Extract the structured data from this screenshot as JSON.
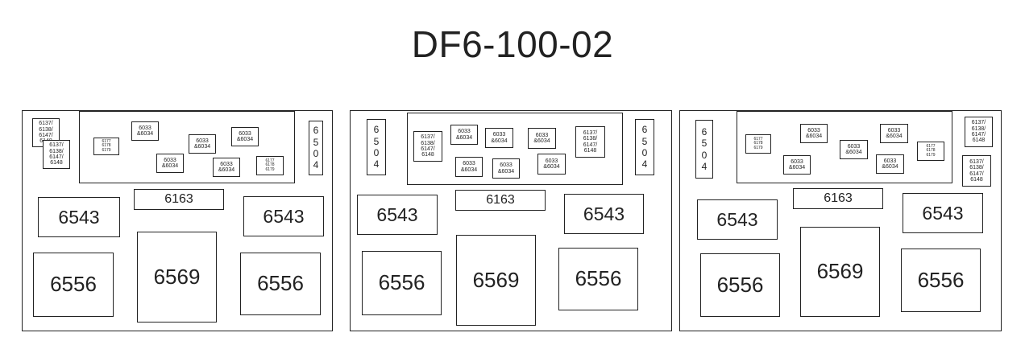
{
  "title": "DF6-100-02",
  "labels": {
    "l6137": "6137/\n6138/\n6147/\n6148",
    "l6177": "6177\n6178\n6179",
    "l6033": "6033\n&6034",
    "l6504": "6\n5\n0\n4",
    "l6163": "6163",
    "l6543": "6543",
    "l6556": "6556",
    "l6569": "6569"
  }
}
